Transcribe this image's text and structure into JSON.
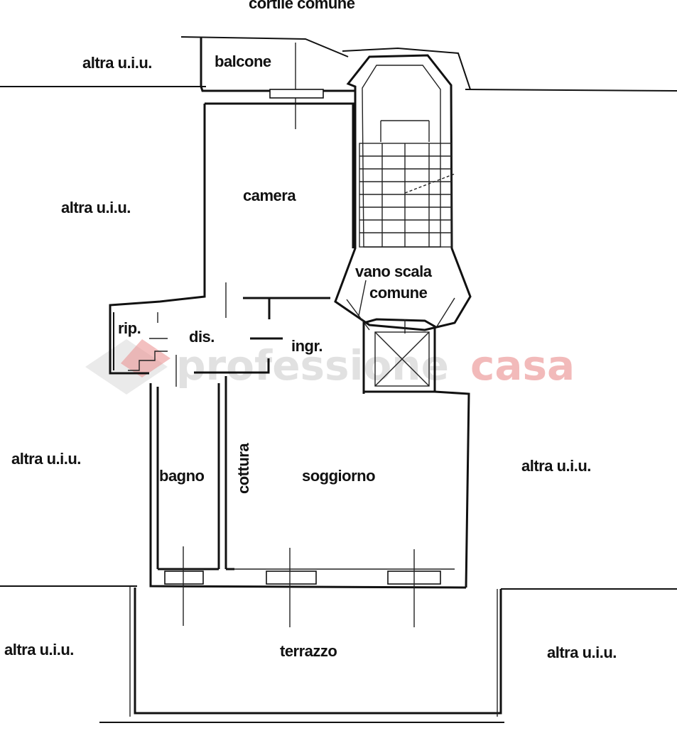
{
  "labels": {
    "cortile_comune": "cortile comune",
    "balcone": "balcone",
    "altra_uiu": "altra u.i.u.",
    "camera": "camera",
    "vano_scala": "vano scala",
    "comune": "comune",
    "rip": "rip.",
    "dis": "dis.",
    "ingr": "ingr.",
    "bagno": "bagno",
    "cottura": "cottura",
    "soggiorno": "soggiorno",
    "terrazzo": "terrazzo"
  },
  "watermark": {
    "part1": "professione",
    "part2": "casa",
    "color_gray": "#c9c9c9",
    "color_red": "#e98c8c"
  }
}
